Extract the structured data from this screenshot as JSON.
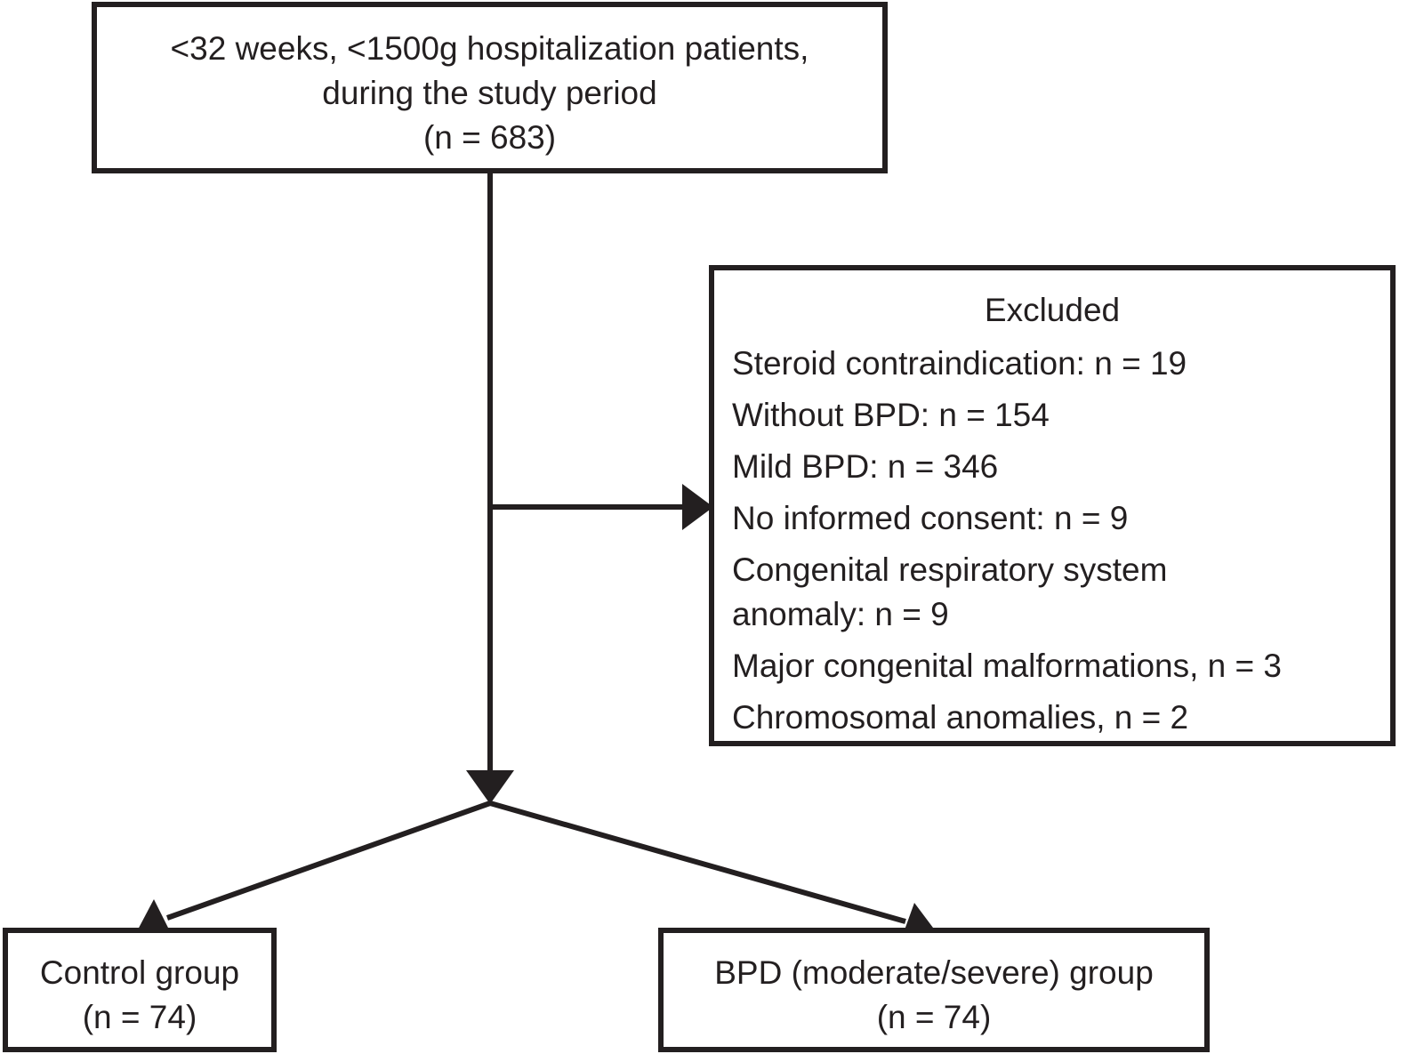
{
  "colors": {
    "ink": "#231f20",
    "background": "#ffffff"
  },
  "top_box": {
    "line1": "<32 weeks, <1500g hospitalization patients,",
    "line2": "during the study period",
    "line3": "(n = 683)"
  },
  "excluded": {
    "heading": "Excluded",
    "items": [
      "Steroid contraindication: n = 19",
      "Without BPD: n = 154",
      "Mild BPD: n = 346",
      "No informed consent: n = 9",
      "Congenital respiratory system anomaly: n = 9",
      "Major congenital malformations, n = 3",
      "Chromosomal anomalies, n = 2"
    ]
  },
  "control_group": {
    "label": "Control group",
    "count": "(n = 74)"
  },
  "bpd_group": {
    "label": "BPD (moderate/severe) group",
    "count": "(n = 74)"
  }
}
